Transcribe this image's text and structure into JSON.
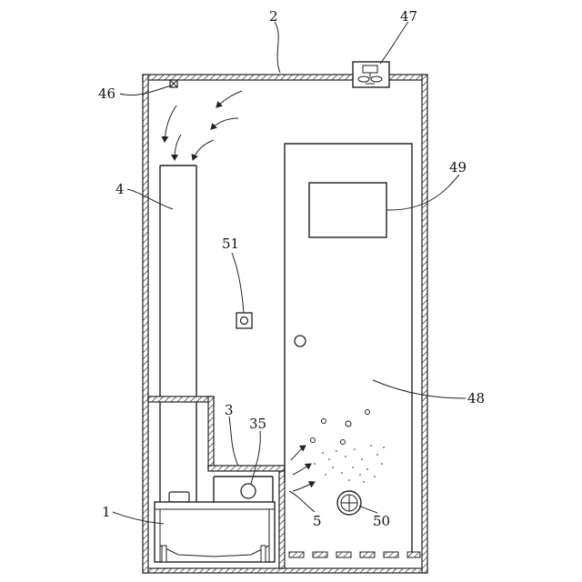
{
  "figure": {
    "labels": {
      "housing": "2",
      "fan_unit": "47",
      "top_sensor": "46",
      "duct": "4",
      "panel": "49",
      "sensor_box": "51",
      "chamber": "48",
      "platform": "3",
      "nozzle": "35",
      "tank": "1",
      "outlet": "5",
      "vent": "50"
    }
  }
}
